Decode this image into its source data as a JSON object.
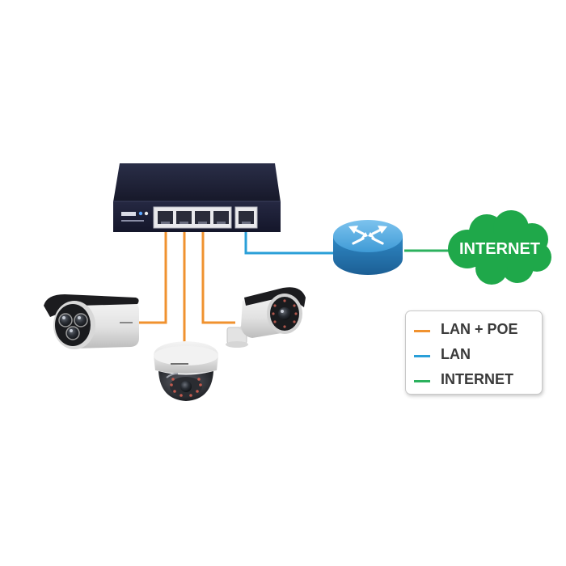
{
  "cloud": {
    "label": "INTERNET"
  },
  "legend": {
    "items": [
      {
        "label": "LAN + POE",
        "color": "#f0922f"
      },
      {
        "label": "LAN",
        "color": "#2a9fd8"
      },
      {
        "label": "INTERNET",
        "color": "#2bb15d"
      }
    ]
  },
  "colors": {
    "poe_cable": "#f0922f",
    "lan_cable": "#2a9fd8",
    "internet_cable": "#2bb15d",
    "cloud": "#1fa84a",
    "router": "#3e9bd3",
    "switch": "#1e2136"
  },
  "icons": [
    "poe-switch-icon",
    "router-icon",
    "cloud-icon",
    "bullet-camera-icon",
    "dome-camera-icon",
    "mini-bullet-camera-icon"
  ]
}
